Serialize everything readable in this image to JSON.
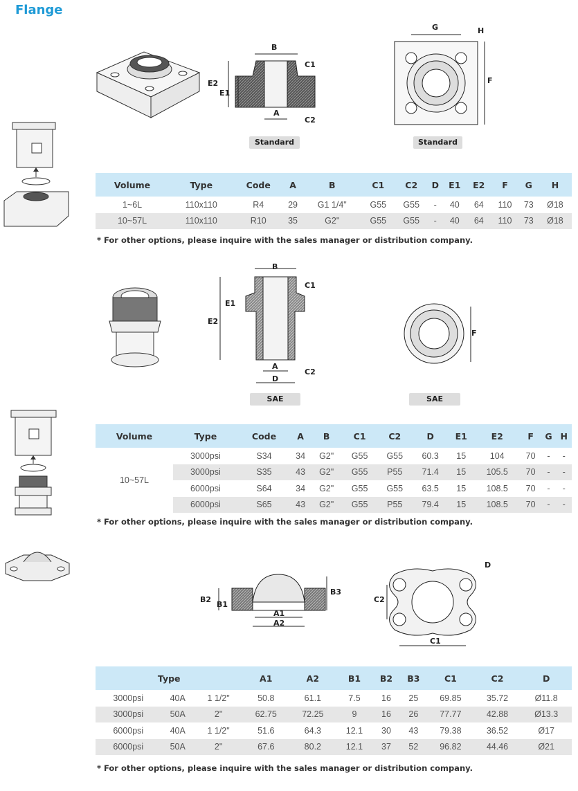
{
  "title": "Flange",
  "note": "* For other options, please inquire with the sales manager or distribution company.",
  "section1": {
    "labels": {
      "B": "B",
      "C1": "C1",
      "E2": "E2",
      "E1": "E1",
      "A": "A",
      "C2": "C2",
      "G": "G",
      "H": "H",
      "F": "F"
    },
    "badge_left": "Standard",
    "badge_right": "Standard",
    "headers": [
      "Volume",
      "Type",
      "Code",
      "A",
      "B",
      "C1",
      "C2",
      "D",
      "E1",
      "E2",
      "F",
      "G",
      "H"
    ],
    "rows": [
      [
        "1~6L",
        "110x110",
        "R4",
        "29",
        "G1 1/4\"",
        "G55",
        "G55",
        "-",
        "40",
        "64",
        "110",
        "73",
        "Ø18"
      ],
      [
        "10~57L",
        "110x110",
        "R10",
        "35",
        "G2\"",
        "G55",
        "G55",
        "-",
        "40",
        "64",
        "110",
        "73",
        "Ø18"
      ]
    ]
  },
  "section2": {
    "labels": {
      "B": "B",
      "C1": "C1",
      "E1": "E1",
      "E2": "E2",
      "A": "A",
      "D": "D",
      "C2": "C2",
      "F": "F"
    },
    "badge_left": "SAE",
    "badge_right": "SAE",
    "headers": [
      "Volume",
      "Type",
      "Code",
      "A",
      "B",
      "C1",
      "C2",
      "D",
      "E1",
      "E2",
      "F",
      "G",
      "H"
    ],
    "volume": "10~57L",
    "rows": [
      [
        "3000psi",
        "S34",
        "34",
        "G2\"",
        "G55",
        "G55",
        "60.3",
        "15",
        "104",
        "70",
        "-",
        "-"
      ],
      [
        "3000psi",
        "S35",
        "43",
        "G2\"",
        "G55",
        "P55",
        "71.4",
        "15",
        "105.5",
        "70",
        "-",
        "-"
      ],
      [
        "6000psi",
        "S64",
        "34",
        "G2\"",
        "G55",
        "G55",
        "63.5",
        "15",
        "108.5",
        "70",
        "-",
        "-"
      ],
      [
        "6000psi",
        "S65",
        "43",
        "G2\"",
        "G55",
        "P55",
        "79.4",
        "15",
        "108.5",
        "70",
        "-",
        "-"
      ]
    ]
  },
  "section3": {
    "labels": {
      "B2": "B2",
      "B1": "B1",
      "B3": "B3",
      "A1": "A1",
      "A2": "A2",
      "D": "D",
      "C2": "C2",
      "C1": "C1"
    },
    "headers": [
      "Type",
      "A1",
      "A2",
      "B1",
      "B2",
      "B3",
      "C1",
      "C2",
      "D"
    ],
    "rows": [
      [
        "3000psi",
        "40A",
        "1 1/2\"",
        "50.8",
        "61.1",
        "7.5",
        "16",
        "25",
        "69.85",
        "35.72",
        "Ø11.8"
      ],
      [
        "3000psi",
        "50A",
        "2\"",
        "62.75",
        "72.25",
        "9",
        "16",
        "26",
        "77.77",
        "42.88",
        "Ø13.3"
      ],
      [
        "6000psi",
        "40A",
        "1 1/2\"",
        "51.6",
        "64.3",
        "12.1",
        "30",
        "43",
        "79.38",
        "36.52",
        "Ø17"
      ],
      [
        "6000psi",
        "50A",
        "2\"",
        "67.6",
        "80.2",
        "12.1",
        "37",
        "52",
        "96.82",
        "44.46",
        "Ø21"
      ]
    ]
  }
}
